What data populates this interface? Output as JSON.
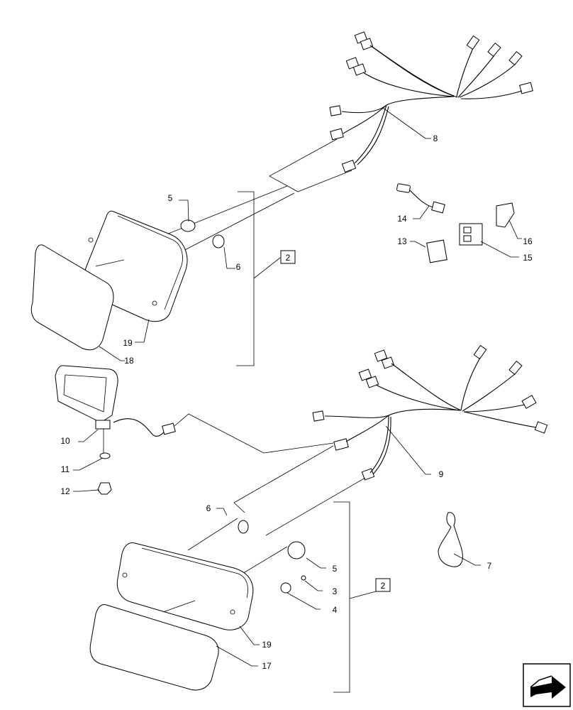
{
  "callouts": {
    "c1": "5",
    "c2": "6",
    "c3": "2",
    "c4": "19",
    "c5": "18",
    "c6": "8",
    "c7": "14",
    "c8": "13",
    "c9": "16",
    "c10": "15",
    "c11": "10",
    "c12": "11",
    "c13": "12",
    "c14": "9",
    "c15": "6",
    "c16": "2",
    "c17": "5",
    "c18": "3",
    "c19": "4",
    "c20": "19",
    "c21": "17",
    "c22": "7"
  },
  "nav": {
    "icon": "next-page-arrow-icon"
  }
}
